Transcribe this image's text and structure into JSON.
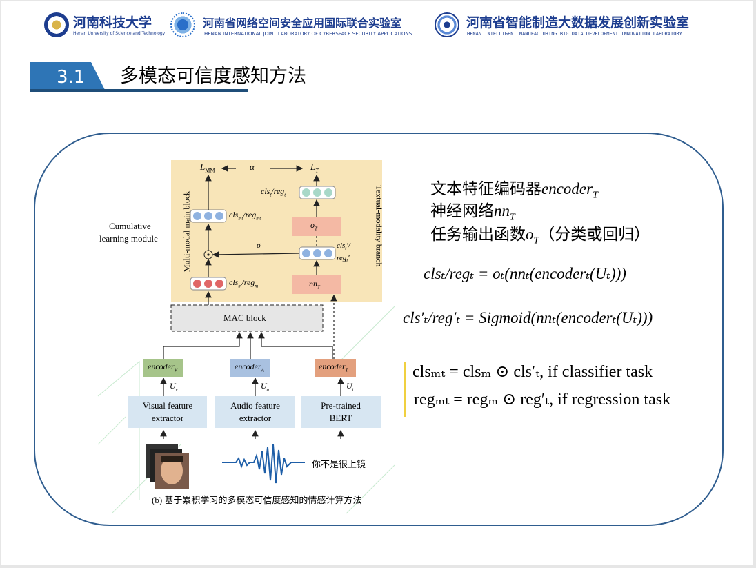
{
  "header": {
    "university_cn": "河南科技大学",
    "university_en": "Henan University of Science and Technology",
    "lab1_cn": "河南省网络空间安全应用国际联合实验室",
    "lab1_en": "HENAN INTERNATIONAL JOINT LABORATORY OF CYBERSPACE SECURITY APPLICATIONS",
    "lab2_cn": "河南省智能制造大数据发展创新实验室",
    "lab2_en": "HENAN INTELLIGENT MANUFACTURING BIG DATA DEVELOPMENT INNOVATION LABORATORY",
    "colors": {
      "brand": "#1d3d8f",
      "accent": "#2e75b6"
    }
  },
  "section": {
    "number": "3.1",
    "title": "多模态可信度感知方法"
  },
  "figure": {
    "cumulative_label_1": "Cumulative",
    "cumulative_label_2": "learning module",
    "main_block_label": "Multi-modal main block",
    "textual_branch_label": "Textual-modality branch",
    "l_mm": "L",
    "l_mm_sub": "MM",
    "alpha": "α",
    "l_t": "L",
    "l_t_sub": "T",
    "cls_t_reg_t": "cls",
    "cls_mt_reg_mt": "cls",
    "o_t": "o",
    "sigma": "σ",
    "cls_prime": "cls",
    "reg_prime": "reg",
    "cls_m_reg_m": "cls",
    "nn_t": "nn",
    "odot": "⊙",
    "mac_block": "MAC block",
    "encoder_v": "encoder",
    "encoder_v_sub": "V",
    "encoder_a": "encoder",
    "encoder_a_sub": "A",
    "encoder_t": "encoder",
    "encoder_t_sub": "T",
    "u_v": "U",
    "u_v_sub": "v",
    "u_a": "U",
    "u_a_sub": "a",
    "u_t": "U",
    "u_t_sub": "t",
    "visual_1": "Visual feature",
    "visual_2": "extractor",
    "audio_1": "Audio feature",
    "audio_2": "extractor",
    "bert_1": "Pre-trained",
    "bert_2": "BERT",
    "sample_text": "你不是很上镜",
    "caption": "(b) 基于累积学习的多模态可信度感知的情感计算方法"
  },
  "right_text": {
    "line1_cn": "文本特征编码器",
    "line1_math": "encoder",
    "line1_sub": "T",
    "line2_cn": "神经网络",
    "line2_math": "nn",
    "line2_sub": "T",
    "line3_cn": "任务输出函数",
    "line3_math": "o",
    "line3_sub": "T",
    "line3_tail": "（分类或回归）"
  },
  "equations": {
    "eq1": "clsₜ/regₜ = oₜ(nnₜ(encoderₜ(Uₜ)))",
    "eq2": "cls′ₜ/reg′ₜ = Sigmoid(nnₜ(encoderₜ(Uₜ)))",
    "eq3": "clsₘₜ = clsₘ ⊙ cls′ₜ,  if classifier task",
    "eq4": "regₘₜ = regₘ ⊙ reg′ₜ,  if regression task"
  }
}
